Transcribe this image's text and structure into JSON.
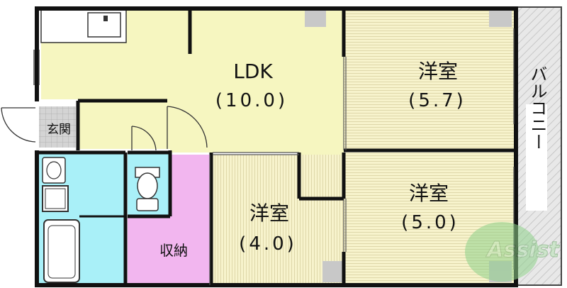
{
  "rooms": {
    "ldk": {
      "name": "LDK",
      "size": "(10.0)"
    },
    "western_ne": {
      "name": "洋室",
      "size": "(5.7)"
    },
    "western_se": {
      "name": "洋室",
      "size": "(5.0)"
    },
    "western_s": {
      "name": "洋室",
      "size": "(4.0)"
    },
    "storage": {
      "name": "収納"
    },
    "entrance": {
      "name": "玄関"
    },
    "balcony": {
      "name": "バルコニー"
    }
  },
  "watermark": {
    "text": "Assist"
  },
  "colors": {
    "ldk_floor": "#f6f6c0",
    "tatami": "#f7f3cc",
    "storage": "#f2b6ef",
    "wet_area": "#a9f0f8",
    "entrance_tile": "#cccccc",
    "balcony": "#e3e3e3",
    "wall": "#111111"
  }
}
